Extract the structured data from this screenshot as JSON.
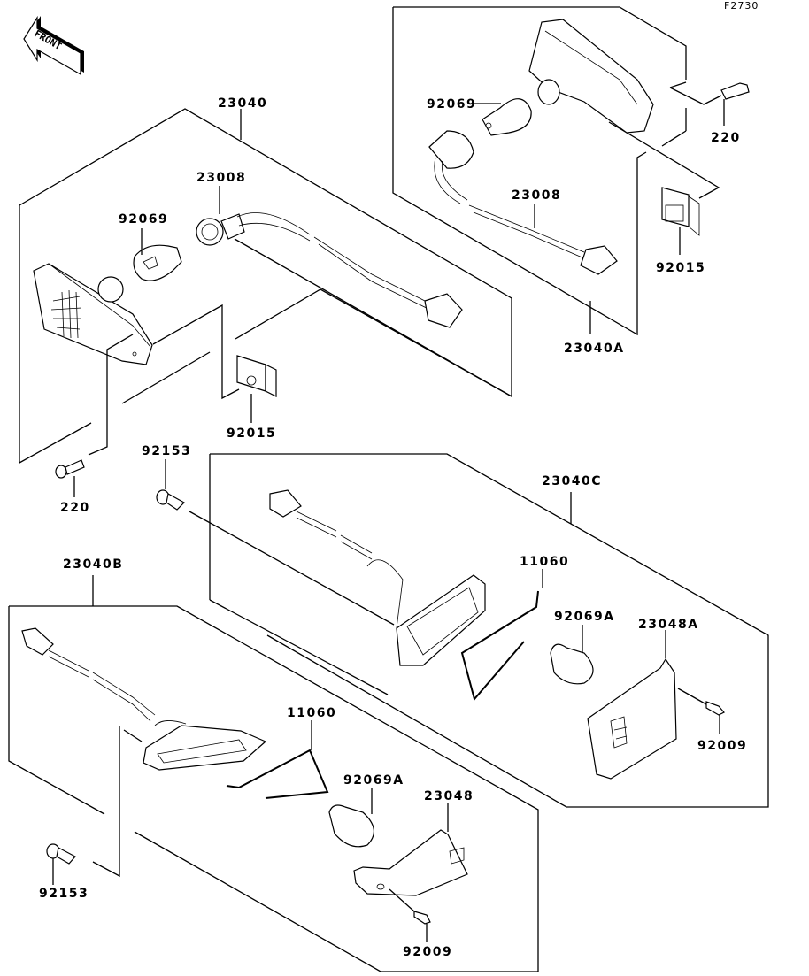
{
  "diagram": {
    "figure_code": "F2730",
    "front_indicator": "FRONT",
    "colors": {
      "line": "#000000",
      "background": "#ffffff"
    },
    "groups": [
      {
        "id": "front-left",
        "assembly": "23040",
        "parts": [
          "23008",
          "92069",
          "92015",
          "220"
        ]
      },
      {
        "id": "rear-top",
        "assembly": "23040A",
        "parts": [
          "92069",
          "23008",
          "220",
          "92015"
        ]
      },
      {
        "id": "front-right",
        "assembly": "23040C",
        "parts": [
          "92153",
          "11060",
          "92069A",
          "23048A",
          "92009"
        ]
      },
      {
        "id": "rear-bottom",
        "assembly": "23040B",
        "parts": [
          "11060",
          "92069A",
          "23048",
          "92153",
          "92009"
        ]
      }
    ],
    "labels": {
      "a23040": "23040",
      "a23008_left": "23008",
      "a92069_left": "92069",
      "a92015_left": "92015",
      "a220_left": "220",
      "a92153_top": "92153",
      "a23040A": "23040A",
      "a92069_top": "92069",
      "a23008_top": "23008",
      "a220_top": "220",
      "a92015_top": "92015",
      "a23040C": "23040C",
      "a11060_right": "11060",
      "a92069A_right": "92069A",
      "a23048A": "23048A",
      "a92009_right": "92009",
      "a23040B": "23040B",
      "a11060_bottom": "11060",
      "a92069A_bottom": "92069A",
      "a23048": "23048",
      "a92153_bottom": "92153",
      "a92009_bottom": "92009"
    }
  }
}
